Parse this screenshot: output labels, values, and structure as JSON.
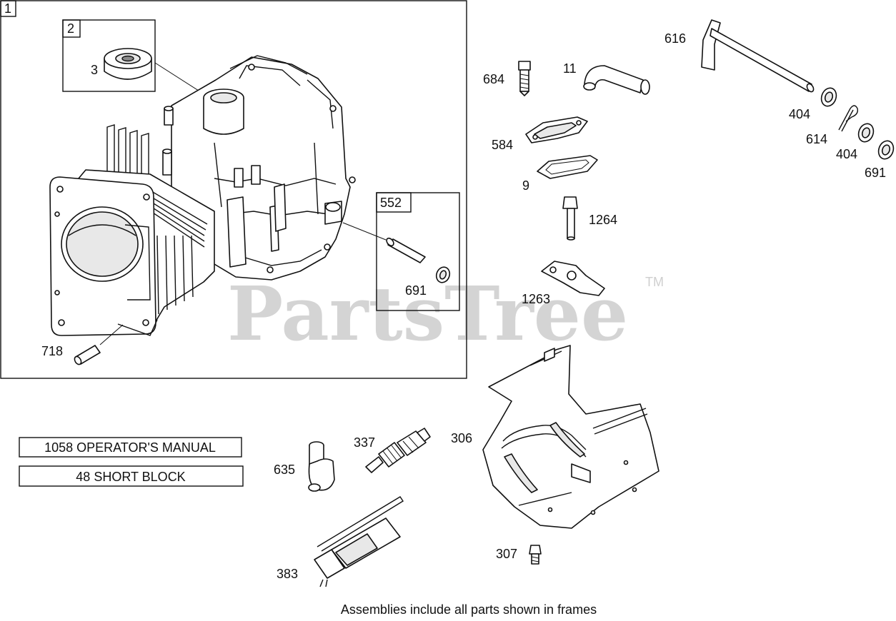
{
  "watermark": {
    "text": "PartsTree",
    "trademark": "TM"
  },
  "frames": [
    {
      "id": "frame-1",
      "label": "1"
    },
    {
      "id": "frame-2",
      "label": "2"
    },
    {
      "id": "frame-552",
      "label": "552"
    }
  ],
  "callouts": {
    "p3": "3",
    "p718": "718",
    "p691a": "691",
    "p684": "684",
    "p11": "11",
    "p616": "616",
    "p404a": "404",
    "p614": "614",
    "p404b": "404",
    "p691b": "691",
    "p584": "584",
    "p9": "9",
    "p1264": "1264",
    "p1263": "1263",
    "p337": "337",
    "p306": "306",
    "p635": "635",
    "p307": "307",
    "p383": "383"
  },
  "buttons": {
    "manual": "1058 OPERATOR'S MANUAL",
    "short_block": "48 SHORT BLOCK"
  },
  "footer": {
    "note": "Assemblies include all parts shown in frames"
  }
}
